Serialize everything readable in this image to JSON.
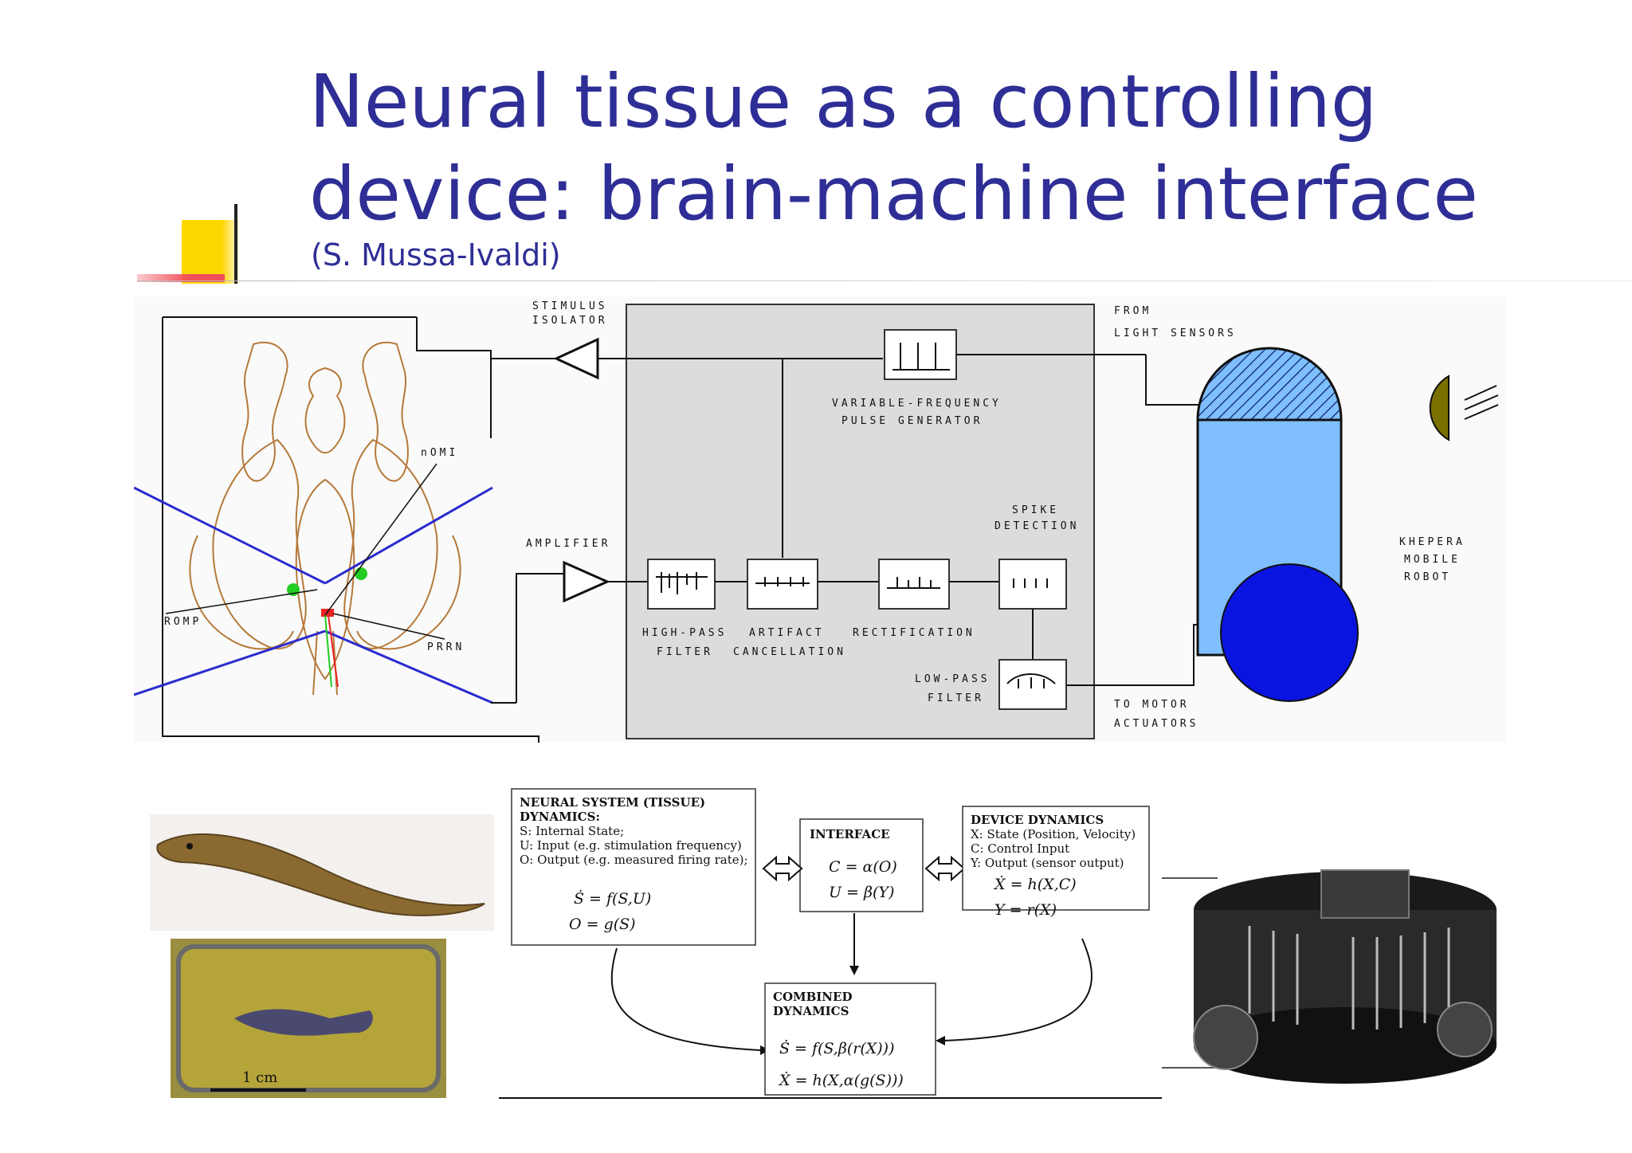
{
  "slide": {
    "title_line1": "Neural tissue as a controlling",
    "title_line2": "device: brain-machine interface",
    "subtitle": "(S. Mussa-Ivaldi)",
    "title_color": "#2e2e96"
  },
  "top_diagram": {
    "labels": {
      "stimulus_isolator_1": "STIMULUS",
      "stimulus_isolator_2": "ISOLATOR",
      "from_light_1": "FROM",
      "from_light_2": "LIGHT SENSORS",
      "vfpg_1": "VARIABLE-FREQUENCY",
      "vfpg_2": "PULSE GENERATOR",
      "spike_1": "SPIKE",
      "spike_2": "DETECTION",
      "amplifier": "AMPLIFIER",
      "khepera_1": "KHEPERA",
      "khepera_2": "MOBILE",
      "khepera_3": "ROBOT",
      "hp_1": "HIGH-PASS",
      "hp_2": "FILTER",
      "art_1": "ARTIFACT",
      "art_2": "CANCELLATION",
      "rect": "RECTIFICATION",
      "lp_1": "LOW-PASS",
      "lp_2": "FILTER",
      "motor_1": "TO MOTOR",
      "motor_2": "ACTUATORS",
      "nomi": "nOMI",
      "romp": "ROMP",
      "prrn": "PRRN"
    },
    "colors": {
      "robot_body": "#80bfff",
      "robot_wheel": "#0a14e0",
      "sensor": "#7a7000",
      "panel": "#dcdcdc",
      "brain": "#b5793a",
      "electrode": "#2a2acf"
    }
  },
  "bottom_diagram": {
    "neural_box": {
      "line1": "NEURAL SYSTEM (TISSUE)",
      "line2": "DYNAMICS:",
      "line3": "S: Internal State;",
      "line4": "U: Input (e.g. stimulation frequency)",
      "line5": "O: Output (e.g. measured firing rate);",
      "eq1": "Ṡ = f(S,U)",
      "eq2": "O = g(S)"
    },
    "interface_box": {
      "title": "INTERFACE",
      "eq1": "C = α(O)",
      "eq2": "U = β(Y)"
    },
    "device_box": {
      "line1": "DEVICE DYNAMICS",
      "line2": "X: State (Position, Velocity)",
      "line3": "C: Control Input",
      "line4": "Y: Output (sensor output)",
      "eq1": "Ẋ = h(X,C)",
      "eq2": "Y = r(X)"
    },
    "combined_box": {
      "line1": "COMBINED",
      "line2": "DYNAMICS",
      "eq1": "Ṡ = f(S,β(r(X)))",
      "eq2": "Ẋ = h(X,α(g(S)))"
    }
  },
  "photos": {
    "scale_label": "1 cm"
  }
}
